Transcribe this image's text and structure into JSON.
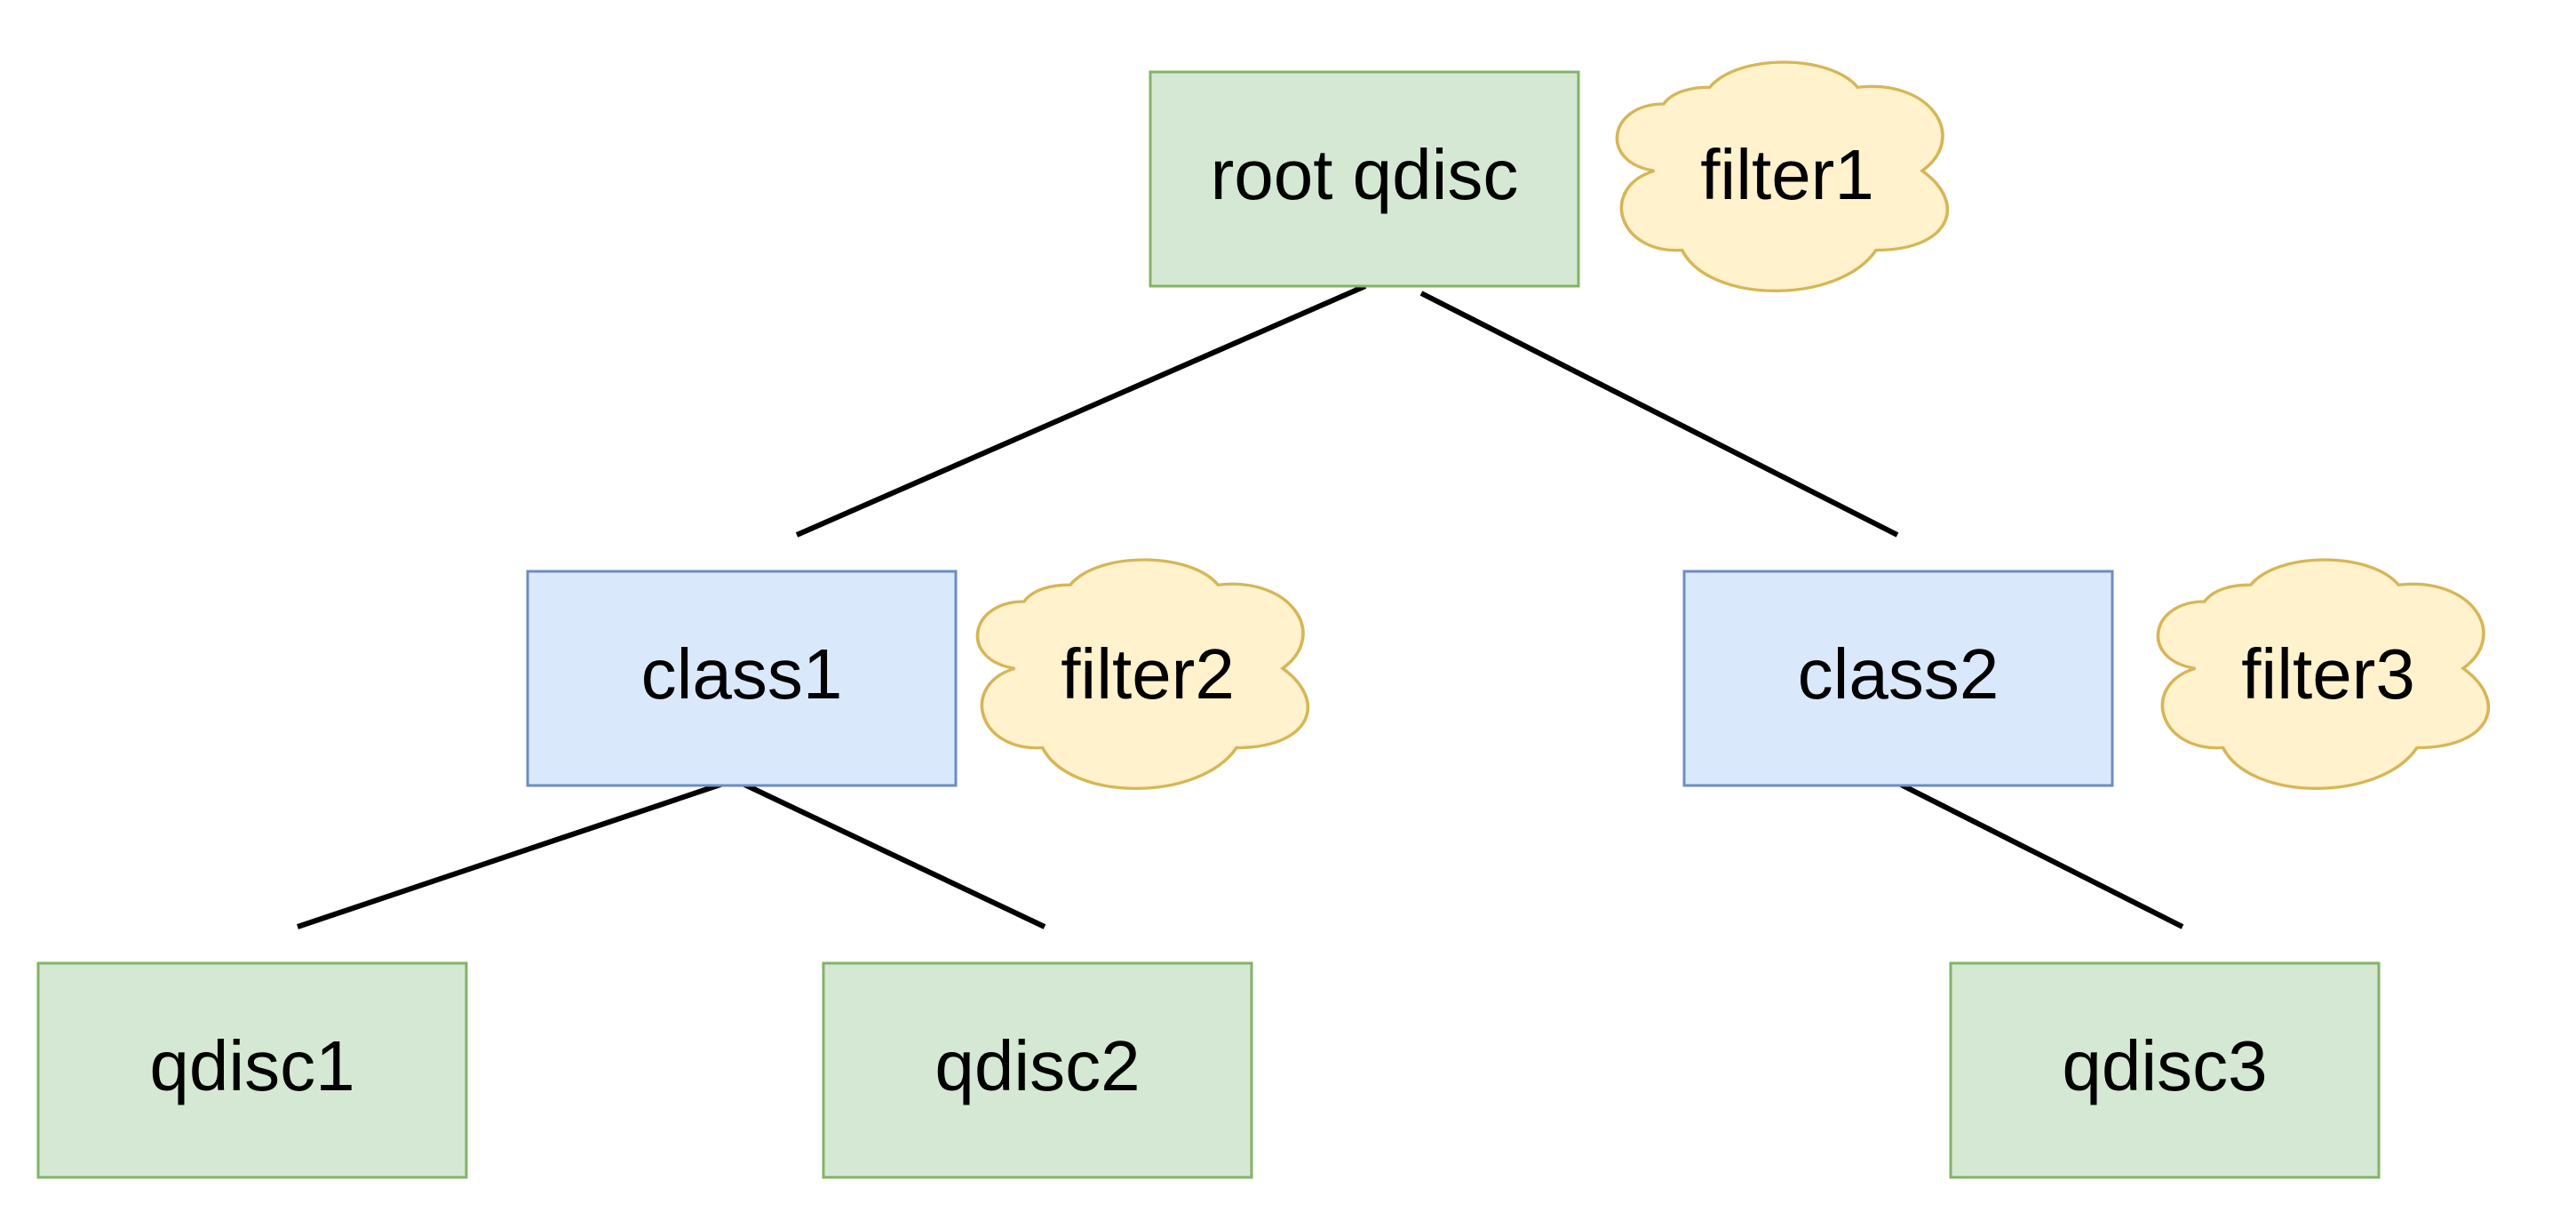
{
  "colors": {
    "qdisc_fill": "#d5e8d4",
    "qdisc_stroke": "#82b366",
    "class_fill": "#dae8fc",
    "class_stroke": "#6c8ebf",
    "filter_fill": "#fff2cc",
    "filter_stroke": "#d6b656",
    "edge": "#000000"
  },
  "nodes": {
    "root": {
      "label": "root qdisc",
      "kind": "qdisc"
    },
    "class1": {
      "label": "class1",
      "kind": "class"
    },
    "class2": {
      "label": "class2",
      "kind": "class"
    },
    "qdisc1": {
      "label": "qdisc1",
      "kind": "qdisc"
    },
    "qdisc2": {
      "label": "qdisc2",
      "kind": "qdisc"
    },
    "qdisc3": {
      "label": "qdisc3",
      "kind": "qdisc"
    }
  },
  "filters": {
    "filter1": {
      "label": "filter1",
      "icon": "cloud-icon",
      "attached_to": "root"
    },
    "filter2": {
      "label": "filter2",
      "icon": "cloud-icon",
      "attached_to": "class1"
    },
    "filter3": {
      "label": "filter3",
      "icon": "cloud-icon",
      "attached_to": "class2"
    }
  },
  "edges": [
    {
      "from": "root",
      "to": "class1"
    },
    {
      "from": "root",
      "to": "class2"
    },
    {
      "from": "class1",
      "to": "qdisc1"
    },
    {
      "from": "class1",
      "to": "qdisc2"
    },
    {
      "from": "class2",
      "to": "qdisc3"
    }
  ]
}
